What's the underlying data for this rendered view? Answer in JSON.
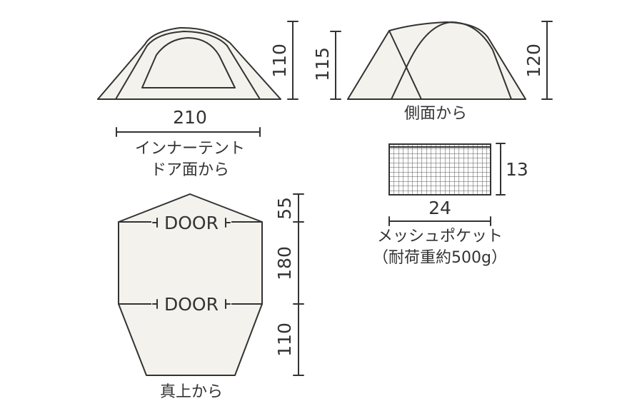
{
  "front_view": {
    "height_label": "110",
    "width_label": "210",
    "caption_line1": "インナーテント",
    "caption_line2": "ドア面から"
  },
  "side_view": {
    "left_height_label": "115",
    "right_height_label": "120",
    "caption": "側面から"
  },
  "mesh_pocket": {
    "height_label": "13",
    "width_label": "24",
    "caption_line1": "メッシュポケット",
    "caption_line2": "（耐荷重約500g）"
  },
  "top_view": {
    "door_label_top": "DOOR",
    "door_label_bottom": "DOOR",
    "dim_top": "55",
    "dim_middle": "180",
    "dim_bottom": "110",
    "caption": "真上から"
  },
  "colors": {
    "line": "#333333",
    "tent_fill": "#f3f2ec",
    "background": "#ffffff"
  }
}
